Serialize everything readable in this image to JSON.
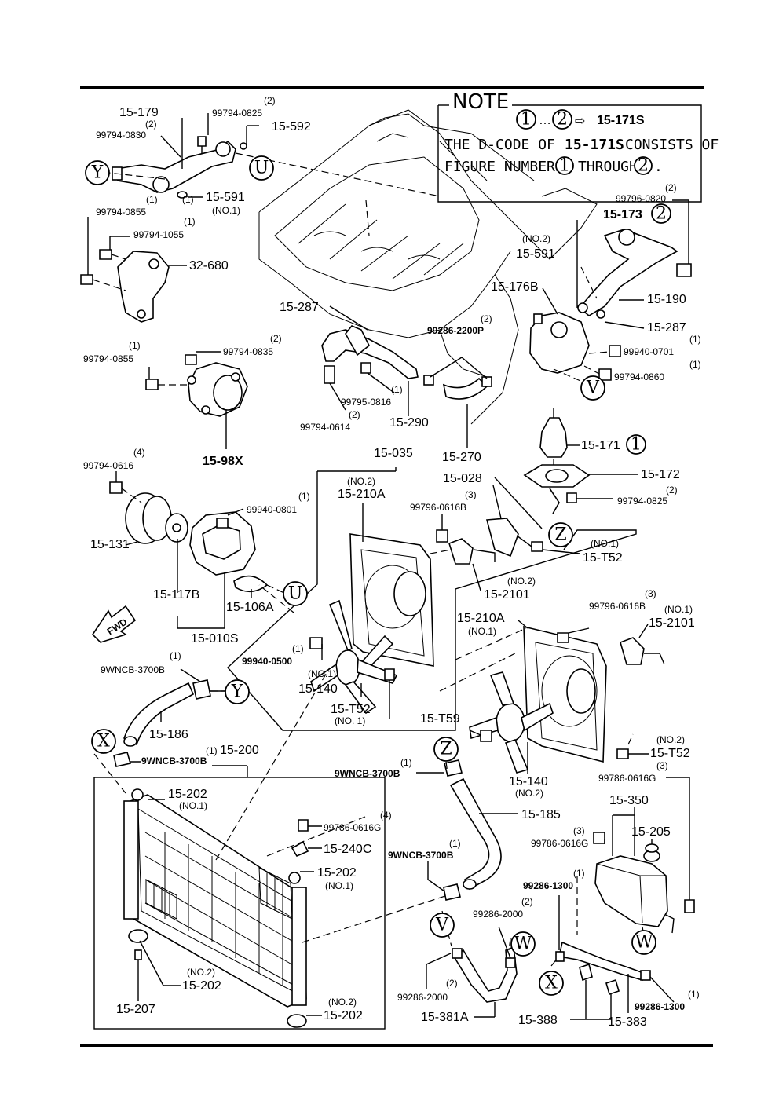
{
  "note": {
    "title": "NOTE",
    "ref_from": "1",
    "ref_sep": "…",
    "ref_to": "2",
    "ref_arrow": "⇨",
    "ref_part": "15-171S",
    "line1_a": "THE D-CODE OF",
    "line1_part": "15-171S",
    "line1_b": "CONSISTS OF",
    "line2_a": "FIGURE NUMBERS",
    "line2_n1": "1",
    "line2_mid": "THROUGH",
    "line2_n2": "2",
    "line2_end": "."
  },
  "fwd_label": "FWD",
  "callouts": [
    {
      "id": "c1",
      "letter": "Y"
    },
    {
      "id": "c2",
      "letter": "U"
    },
    {
      "id": "c3",
      "letter": "V"
    },
    {
      "id": "c4",
      "letter": "Z"
    },
    {
      "id": "c5",
      "letter": "U"
    },
    {
      "id": "c6",
      "letter": "Y"
    },
    {
      "id": "c7",
      "letter": "X"
    },
    {
      "id": "c8",
      "letter": "Z"
    },
    {
      "id": "c9",
      "letter": "V"
    },
    {
      "id": "c10",
      "letter": "W"
    },
    {
      "id": "c11",
      "letter": "X"
    },
    {
      "id": "c12",
      "letter": "W"
    },
    {
      "id": "c13",
      "letter": "2"
    },
    {
      "id": "c14",
      "letter": "1"
    }
  ],
  "labels": [
    {
      "t": "15-179"
    },
    {
      "t": "(2)"
    },
    {
      "t": "99794-0825"
    },
    {
      "t": "(2)"
    },
    {
      "t": "99794-0830"
    },
    {
      "t": "15-592"
    },
    {
      "t": "(1)"
    },
    {
      "t": "15-591"
    },
    {
      "t": "(NO.1)"
    },
    {
      "t": "99794-0855"
    },
    {
      "t": "(1)"
    },
    {
      "t": "(1)"
    },
    {
      "t": "99794-1055"
    },
    {
      "t": "32-680"
    },
    {
      "t": "(2)"
    },
    {
      "t": "99796-0820"
    },
    {
      "t": "15-173"
    },
    {
      "t": "(NO.2)"
    },
    {
      "t": "15-591"
    },
    {
      "t": "15-176B"
    },
    {
      "t": "15-190"
    },
    {
      "t": "15-287"
    },
    {
      "t": "15-287"
    },
    {
      "t": "(2)"
    },
    {
      "t": "99286-2200P"
    },
    {
      "t": "(1)"
    },
    {
      "t": "99940-0701"
    },
    {
      "t": "(1)"
    },
    {
      "t": "99794-0860"
    },
    {
      "t": "(1)"
    },
    {
      "t": "99794-0855"
    },
    {
      "t": "(2)"
    },
    {
      "t": "99794-0835"
    },
    {
      "t": "(1)"
    },
    {
      "t": "99795-0816"
    },
    {
      "t": "(2)"
    },
    {
      "t": "99794-0614"
    },
    {
      "t": "15-290"
    },
    {
      "t": "15-270"
    },
    {
      "t": "15-98X"
    },
    {
      "t": "15-035"
    },
    {
      "t": "(4)"
    },
    {
      "t": "99794-0616"
    },
    {
      "t": "(NO.2)"
    },
    {
      "t": "15-210A"
    },
    {
      "t": "15-028"
    },
    {
      "t": "(3)"
    },
    {
      "t": "99796-0616B"
    },
    {
      "t": "15-171"
    },
    {
      "t": "15-172"
    },
    {
      "t": "(2)"
    },
    {
      "t": "99794-0825"
    },
    {
      "t": "(1)"
    },
    {
      "t": "99940-0801"
    },
    {
      "t": "15-131"
    },
    {
      "t": "(NO.1)"
    },
    {
      "t": "15-T52"
    },
    {
      "t": "(NO.2)"
    },
    {
      "t": "15-2101"
    },
    {
      "t": "15-117B"
    },
    {
      "t": "15-106A"
    },
    {
      "t": "15-010S"
    },
    {
      "t": "15-210A"
    },
    {
      "t": "(NO.1)"
    },
    {
      "t": "(3)"
    },
    {
      "t": "99796-0616B"
    },
    {
      "t": "(NO.1)"
    },
    {
      "t": "15-2101"
    },
    {
      "t": "(1)"
    },
    {
      "t": "9WNCB-3700B"
    },
    {
      "t": "(1)"
    },
    {
      "t": "99940-0500"
    },
    {
      "t": "(NO.1)"
    },
    {
      "t": "15-140"
    },
    {
      "t": "15-T52"
    },
    {
      "t": "(NO. 1)"
    },
    {
      "t": "15-T59"
    },
    {
      "t": "15-186"
    },
    {
      "t": "(1)"
    },
    {
      "t": "15-200"
    },
    {
      "t": "9WNCB-3700B"
    },
    {
      "t": "(1)"
    },
    {
      "t": "9WNCB-3700B"
    },
    {
      "t": "15-140"
    },
    {
      "t": "(NO.2)"
    },
    {
      "t": "(NO.2)"
    },
    {
      "t": "15-T52"
    },
    {
      "t": "(3)"
    },
    {
      "t": "99786-0616G"
    },
    {
      "t": "15-202"
    },
    {
      "t": "(NO.1)"
    },
    {
      "t": "15-185"
    },
    {
      "t": "15-350"
    },
    {
      "t": "(4)"
    },
    {
      "t": "99786-0616G"
    },
    {
      "t": "15-205"
    },
    {
      "t": "15-240C"
    },
    {
      "t": "(3)"
    },
    {
      "t": "99786-0616G"
    },
    {
      "t": "(1)"
    },
    {
      "t": "9WNCB-3700B"
    },
    {
      "t": "15-202"
    },
    {
      "t": "(NO.1)"
    },
    {
      "t": "(1)"
    },
    {
      "t": "99286-1300"
    },
    {
      "t": "(2)"
    },
    {
      "t": "99286-2000"
    },
    {
      "t": "(NO.2)"
    },
    {
      "t": "15-202"
    },
    {
      "t": "15-207"
    },
    {
      "t": "(2)"
    },
    {
      "t": "99286-2000"
    },
    {
      "t": "(NO.2)"
    },
    {
      "t": "15-202"
    },
    {
      "t": "15-381A"
    },
    {
      "t": "15-388"
    },
    {
      "t": "15-383"
    },
    {
      "t": "(1)"
    },
    {
      "t": "99286-1300"
    }
  ]
}
